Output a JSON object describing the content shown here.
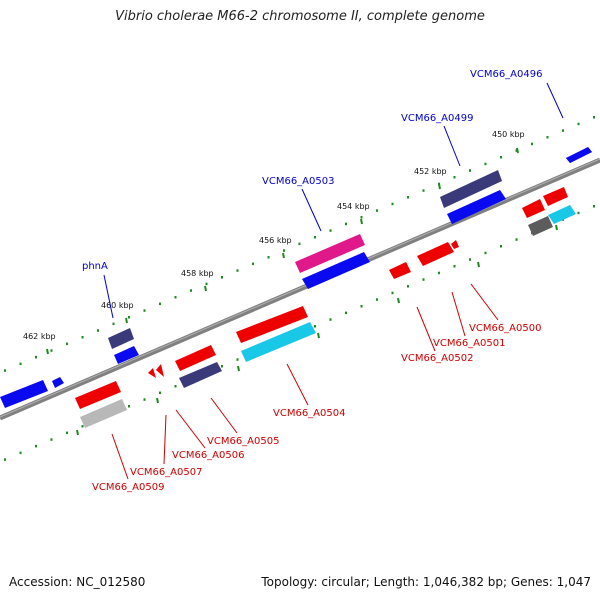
{
  "title": "Vibrio cholerae M66-2 chromosome II, complete genome",
  "footer": {
    "accession": "Accession: NC_012580",
    "summary": "Topology: circular; Length: 1,046,382 bp; Genes: 1,047"
  },
  "ticks": [
    "450 kbp",
    "452 kbp",
    "454 kbp",
    "456 kbp",
    "458 kbp",
    "460 kbp",
    "462 kbp"
  ],
  "gene_labels_forward": [
    "VCM66_A0496",
    "VCM66_A0499",
    "VCM66_A0503",
    "phnA"
  ],
  "gene_labels_reverse": [
    "VCM66_A0500",
    "VCM66_A0501",
    "VCM66_A0502",
    "VCM66_A0504",
    "VCM66_A0505",
    "VCM66_A0506",
    "VCM66_A0507",
    "VCM66_A0509"
  ],
  "colors": {
    "backbone": "#808080",
    "tick": "#1f8a1f",
    "forward_label": "#0000cc",
    "reverse_label": "#cc0000",
    "gene_blue": "#0a0af0",
    "gene_navy": "#3a3a7a",
    "gene_red": "#ee0000",
    "gene_magenta": "#e0188a",
    "gene_cyan": "#19c8e6",
    "gene_gray": "#b8b8b8",
    "gene_darkgray": "#5c5c5c"
  }
}
